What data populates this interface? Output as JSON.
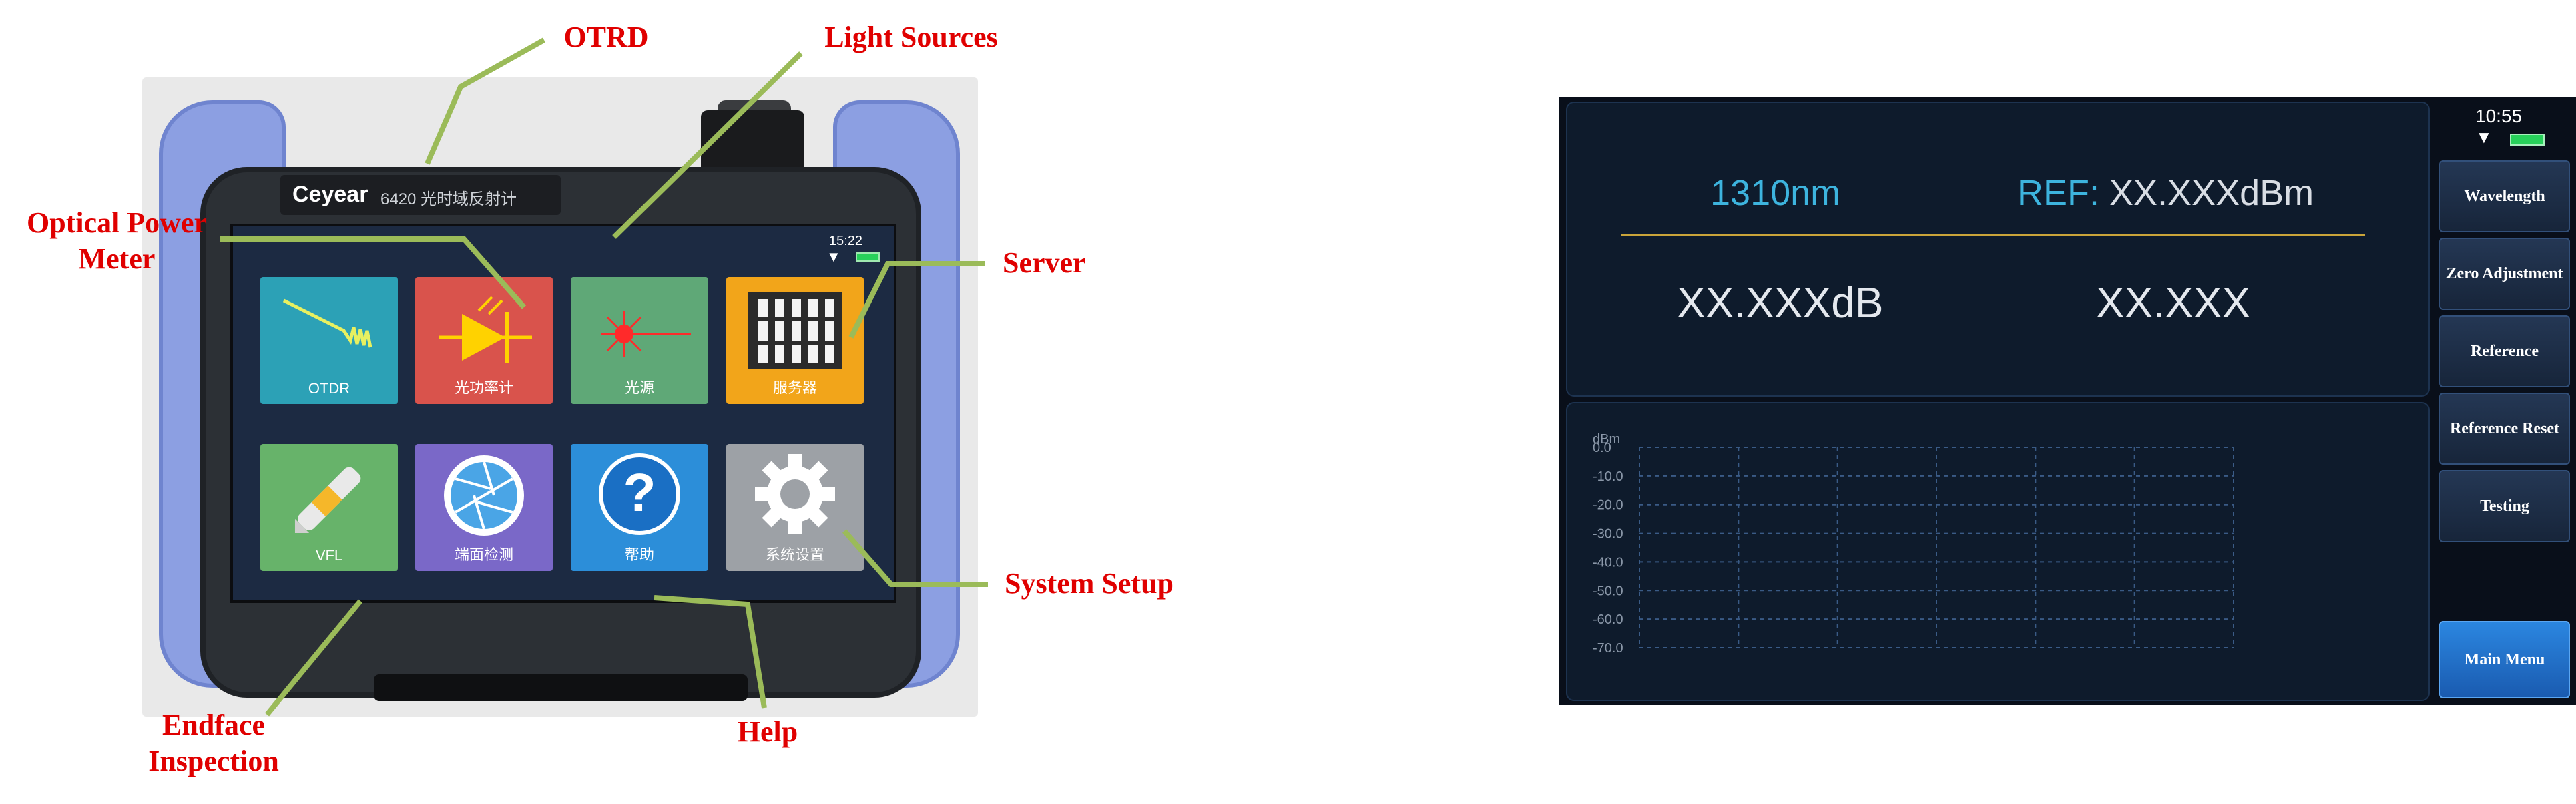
{
  "device": {
    "brand": "Ceyear",
    "model": "6420 光时域反射计",
    "screen_time": "15:22",
    "tiles": [
      {
        "label": "OTDR",
        "icon": "otdr-trace-icon"
      },
      {
        "label": "光功率计",
        "icon": "optical-power-meter-icon"
      },
      {
        "label": "光源",
        "icon": "laser-light-source-icon"
      },
      {
        "label": "服务器",
        "icon": "server-rack-icon"
      },
      {
        "label": "VFL",
        "icon": "visual-fault-locator-pen-icon"
      },
      {
        "label": "端面检测",
        "icon": "camera-aperture-icon"
      },
      {
        "label": "帮助",
        "icon": "question-mark-icon"
      },
      {
        "label": "系统设置",
        "icon": "gear-icon"
      }
    ]
  },
  "annotations": {
    "otrd": "OTRD",
    "light_sources": "Light Sources",
    "optical_power_meter": [
      "Optical Power",
      "Meter"
    ],
    "server": "Server",
    "system_setup": "System Setup",
    "endface_inspection": [
      "Endface",
      "Inspection"
    ],
    "help": "Help",
    "color": "#e00000",
    "leader_color": "#9bbb59"
  },
  "software": {
    "status_time": "10:55",
    "wavelength": "1310nm",
    "ref_label": "REF:",
    "ref_value": "XX.XXXdBm",
    "db_value": "XX.XXXdB",
    "ratio_value": "XX.XXX",
    "accent_color": "#3db4de",
    "buttons": {
      "wavelength": "Wavelength",
      "zero": "Zero Adjustment",
      "reference": "Reference",
      "reference_reset": "Reference Reset",
      "testing": "Testing",
      "main_menu": "Main Menu"
    }
  },
  "chart_data": {
    "type": "line",
    "ylabel": "dBm",
    "yticks": [
      0.0,
      -10.0,
      -20.0,
      -30.0,
      -40.0,
      -50.0,
      -60.0,
      -70.0
    ],
    "ytick_labels": [
      "0.0",
      "-10.0",
      "-20.0",
      "-30.0",
      "-40.0",
      "-50.0",
      "-60.0",
      "-70.0"
    ],
    "ylim": [
      -70,
      0
    ],
    "x_divisions": 6,
    "grid": true,
    "series": []
  }
}
